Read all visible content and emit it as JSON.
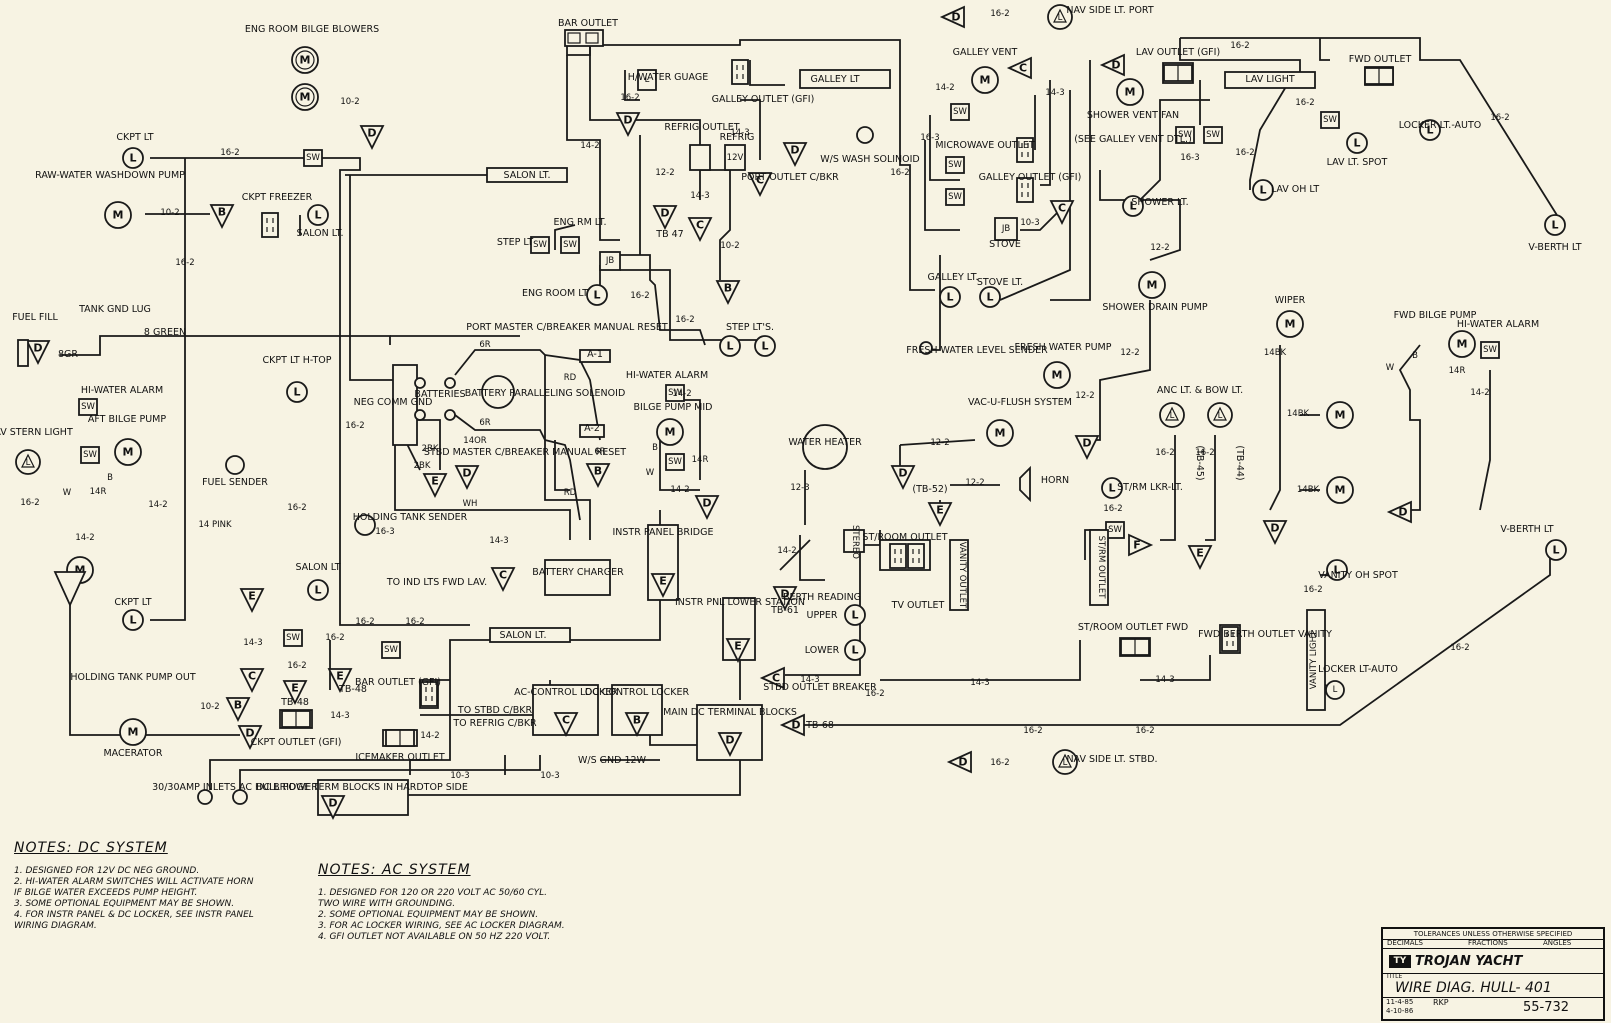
{
  "labels": {
    "bar_outlet": "BAR OUTLET",
    "eng_room_bilge_blowers": "ENG ROOM BILGE BLOWERS",
    "h_water_guage": "H/WATER GUAGE",
    "galley_outlet_gfi": "GALLEY OUTLET (GFI)",
    "galley_lt": "GALLEY LT",
    "galley_vent": "GALLEY VENT",
    "nav_side_lt_port": "NAV SIDE LT. PORT",
    "lav_outlet_gfi": "LAV OUTLET (GFI)",
    "lav_light": "LAV LIGHT",
    "fwd_outlet": "FWD OUTLET",
    "shower_vent_fan": "SHOWER VENT FAN",
    "see_galley_vent": "(SEE GALLEY VENT DTL.)",
    "locker_lt_auto": "LOCKER LT.-AUTO",
    "ckpt_lt": "CKPT LT",
    "raw_water_washdown_pump": "RAW-WATER WASHDOWN PUMP",
    "refrig_outlet": "REFRIG OUTLET",
    "refrig": "REFRIG",
    "ws_wash_solinoid": "W/S WASH SOLINOID",
    "port_outlet_cbkr": "PORT OUTLET C/BKR",
    "microwave_outlet": "MICROWAVE OUTLET",
    "galley_outlet_gfi_2": "GALLEY OUTLET (GFI)",
    "lav_lt_spot": "LAV LT. SPOT",
    "lav_oh_lt": "LAV OH LT",
    "shower_lt": "SHOWER LT.",
    "salon_lt_top": "SALON LT.",
    "ckpt_freezer": "CKPT FREEZER",
    "salon_lt": "SALON LT.",
    "eng_rm_lt": "ENG RM LT.",
    "step_lt": "STEP LT",
    "tb47": "TB 47",
    "stove": "STOVE",
    "v_berth_lt": "V-BERTH LT",
    "eng_room_lt": "ENG ROOM LT",
    "galley_lt_2": "GALLEY LT.",
    "stove_lt": "STOVE LT.",
    "shower_drain_pump": "SHOWER DRAIN PUMP",
    "fuel_fill": "FUEL FILL",
    "tank_gnd_lug": "TANK GND LUG",
    "eight_green": "8 GREEN",
    "eight_gr": "8GR",
    "port_master": "PORT MASTER C/BREAKER MANUAL RESET",
    "step_lts": "STEP LT'S.",
    "fresh_water_level_sender": "FRESH WATER LEVEL SENDER",
    "wiper": "WIPER",
    "fwd_bilge_pump": "FWD BILGE PUMP",
    "hi_water_alarm_fwd": "HI-WATER ALARM",
    "ckpt_lt_htop": "CKPT LT H-TOP",
    "batteries": "BATTERIES",
    "battery_paralleling_solenoid": "BATTERY PARALLELING SOLENOID",
    "neg_comm_gnd": "NEG COMM GND",
    "fresh_water_pump": "FRESH WATER PUMP",
    "hi_water_alarm": "HI-WATER ALARM",
    "hi_water_alarm_mid": "HI-WATER ALARM",
    "bilge_pump_mid": "BILGE PUMP MID",
    "vac_u_flush": "VAC-U-FLUSH SYSTEM",
    "anc_bow_lt": "ANC LT. & BOW LT.",
    "aft_bilge_pump": "AFT BILGE PUMP",
    "nav_stern_light": "NAV STERN LIGHT",
    "water_heater": "WATER HEATER",
    "stbd_master": "STBD MASTER C/BREAKER MANUAL RESET",
    "horn": "HORN",
    "tb52": "(TB-52)",
    "fuel_sender": "FUEL SENDER",
    "st_rm_lkr_lt": "ST/RM LKR-LT.",
    "holding_tank_sender": "HOLDING TANK SENDER",
    "to_ind_lts": "TO IND LTS FWD LAV.",
    "battery_charger": "BATTERY CHARGER",
    "instr_panel_bridge": "INSTR PANEL BRIDGE",
    "stereo": "STEREO",
    "st_room_outlet": "ST/ROOM OUTLET",
    "tv_outlet": "TV OUTLET",
    "vanity_outlet": "VANITY OUTLET",
    "st_rm_outlet": "ST/RM OUTLET",
    "tb61": "TB-61",
    "berth_reading": "BERTH READING",
    "upper": "UPPER",
    "lower": "LOWER",
    "tb45": "(TB-45)",
    "tb44": "(TB-44)",
    "v_berth_lt_2": "V-BERTH LT",
    "vanity_oh_spot": "VANITY OH SPOT",
    "vanity_light": "VANITY LIGHT",
    "st_room_outlet_fwd": "ST/ROOM OUTLET FWD",
    "fwd_berth_outlet": "FWD BERTH OUTLET VANITY",
    "ckpt_lt_2": "CKPT LT",
    "salon_lt_3": "SALON LT",
    "salon_lt_4": "SALON LT.",
    "instr_pnl_lower": "INSTR PNL LOWER STATION",
    "holding_tank_pump_out": "HOLDING TANK PUMP OUT",
    "macerator": "MACERATOR",
    "tb48": "TB-48",
    "tb48b": "TB-48",
    "bar_outlet_gfi": "BAR OUTLET (GFI)",
    "ckpt_outlet_gfi": "CKPT OUTLET (GFI)",
    "icemaker_outlet": "ICEMAKER OUTLET",
    "to_stbd_cbkr": "TO STBD C/BKR",
    "to_refrig_cbkr": "TO REFRIG C/BKR",
    "ac_control_locker": "AC-CONTROL LOCKER",
    "dc_control_locker": "DC CONTROL LOCKER",
    "main_dc_terminal": "MAIN DC TERMINAL BLOCKS",
    "stbd_outlet_breaker": "STBD OUTLET BREAKER",
    "tb68": "TB-68",
    "locker_lt_auto_2": "LOCKER LT-AUTO",
    "ws_gnd": "W/S GND 12W",
    "inlets": "30/30AMP INLETS AC HULL POWER",
    "dc_bridge_term": "DC BRIDGE TERM BLOCKS IN HARDTOP SIDE",
    "nav_side_lt_stbd": "NAV SIDE LT. STBD.",
    "a1": "A-1",
    "a2": "A-2"
  },
  "notes_dc": {
    "title": "NOTES: DC SYSTEM",
    "lines": [
      "1. DESIGNED FOR 12V DC NEG GROUND.",
      "2. HI-WATER ALARM SWITCHES WILL ACTIVATE HORN",
      "    IF BILGE WATER EXCEEDS PUMP HEIGHT.",
      "3. SOME OPTIONAL EQUIPMENT MAY BE SHOWN.",
      "4. FOR INSTR PANEL & DC LOCKER, SEE INSTR PANEL",
      "    WIRING DIAGRAM."
    ]
  },
  "notes_ac": {
    "title": "NOTES: AC SYSTEM",
    "lines": [
      "1. DESIGNED FOR 120 OR 220 VOLT AC 50/60 CYL.",
      "    TWO WIRE WITH GROUNDING.",
      "2. SOME OPTIONAL EQUIPMENT MAY BE SHOWN.",
      "3. FOR AC LOCKER WIRING, SEE AC LOCKER DIAGRAM.",
      "4. GFI OUTLET NOT AVAILABLE ON 50 HZ 220 VOLT."
    ]
  },
  "title_block": {
    "tolerances": "TOLERANCES UNLESS OTHERWISE SPECIFIED",
    "decimals": "DECIMALS",
    "fractions": "FRACTIONS",
    "angles": "ANGLES",
    "company": "TROJAN YACHT",
    "title_label": "TITLE",
    "title": "WIRE DIAG. HULL- 401",
    "date": "11-4-85",
    "date2": "4-10-86",
    "drawn": "RKP",
    "dwg_no": "55-732"
  },
  "gauges": {
    "w1": "16-2",
    "w2": "10-2",
    "w3": "14-2",
    "w4": "12-2",
    "w5": "14-3",
    "w6": "16-3",
    "w7": "10-3",
    "w8": "12-3",
    "w9": "14BK",
    "w10": "14 PINK",
    "w11": "14R",
    "w12": "6R",
    "w13": "2BK",
    "w14": "14OR",
    "w15": "RD",
    "w16": "WH",
    "w17": "B",
    "w18": "W"
  },
  "glyphs": {
    "motor": "M",
    "light": "L",
    "switch": "SW",
    "gnd_d": "D",
    "term_b": "B",
    "term_c": "C",
    "term_e": "E",
    "term_f": "F",
    "jb": "JB"
  }
}
